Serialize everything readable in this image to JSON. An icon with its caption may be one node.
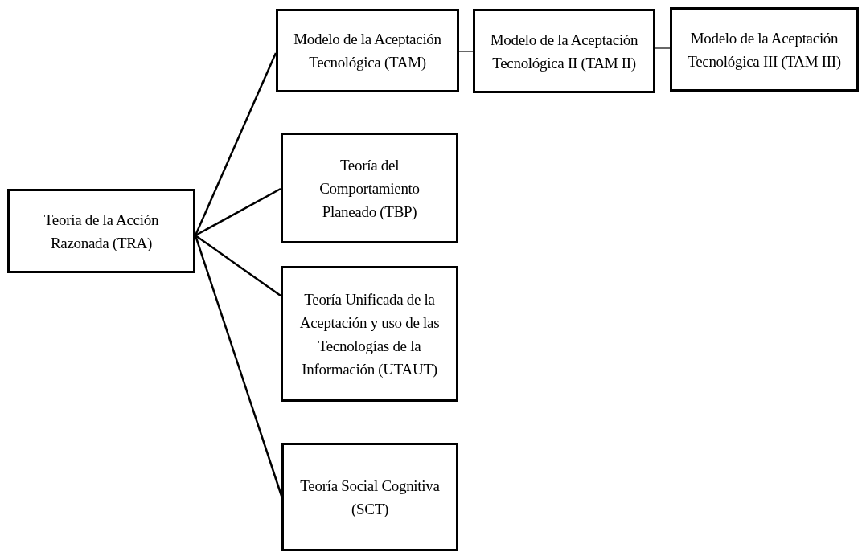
{
  "diagram": {
    "nodes": [
      {
        "text": [
          "Teoría de la Acción Razonada (TRA)"
        ]
      },
      {
        "text": [
          "Modelo de la Aceptación Tecnológica (TAM)"
        ]
      },
      {
        "text": [
          "Modelo de la Aceptación Tecnológica II (TAM II)"
        ]
      },
      {
        "text": [
          "Modelo de la Aceptación Tecnológica III (TAM III)"
        ]
      },
      {
        "text": [
          "Teoría del Comportamiento Planeado (TBP)"
        ]
      },
      {
        "text": [
          "Teoría Unificada de la Aceptación y uso de las Tecnologías de la Información (UTAUT)"
        ]
      },
      {
        "text": [
          "Teoría Social Cognitiva (SCT)"
        ]
      }
    ],
    "edges": [
      {
        "from": 0,
        "to": 1,
        "arrow": "none"
      },
      {
        "from": 1,
        "to": 2,
        "arrow": "none"
      },
      {
        "from": 2,
        "to": 3,
        "arrow": "none"
      },
      {
        "from": 0,
        "to": 4,
        "arrow": "none"
      },
      {
        "from": 0,
        "to": 5,
        "arrow": "none"
      },
      {
        "from": 0,
        "to": 6,
        "arrow": "none"
      }
    ]
  }
}
